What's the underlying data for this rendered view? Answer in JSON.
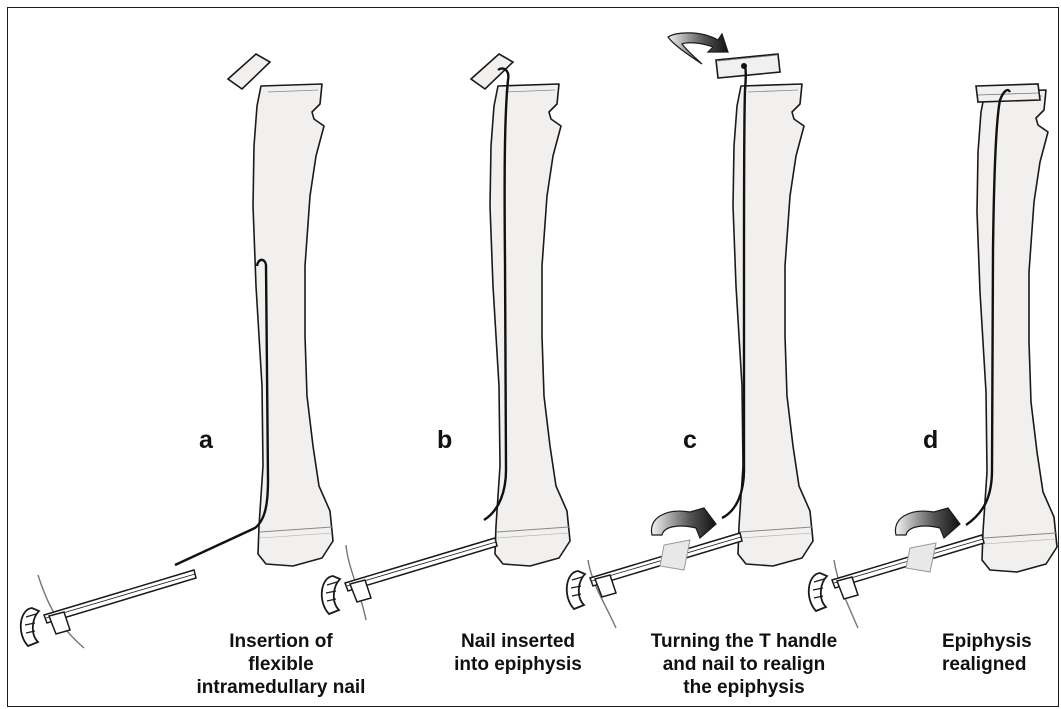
{
  "panels": [
    {
      "letter": "a",
      "caption": "Insertion of\nflexible\nintramedullary nail"
    },
    {
      "letter": "b",
      "caption": "Nail inserted\ninto epiphysis"
    },
    {
      "letter": "c",
      "caption": "Turning the T handle\nand nail to realign\nthe epiphysis"
    },
    {
      "letter": "d",
      "caption": "Epiphysis\nrealigned"
    }
  ],
  "colors": {
    "bone_fill": "#f1f0ef",
    "outline": "#1a1a1a",
    "arrow": "#222222"
  }
}
